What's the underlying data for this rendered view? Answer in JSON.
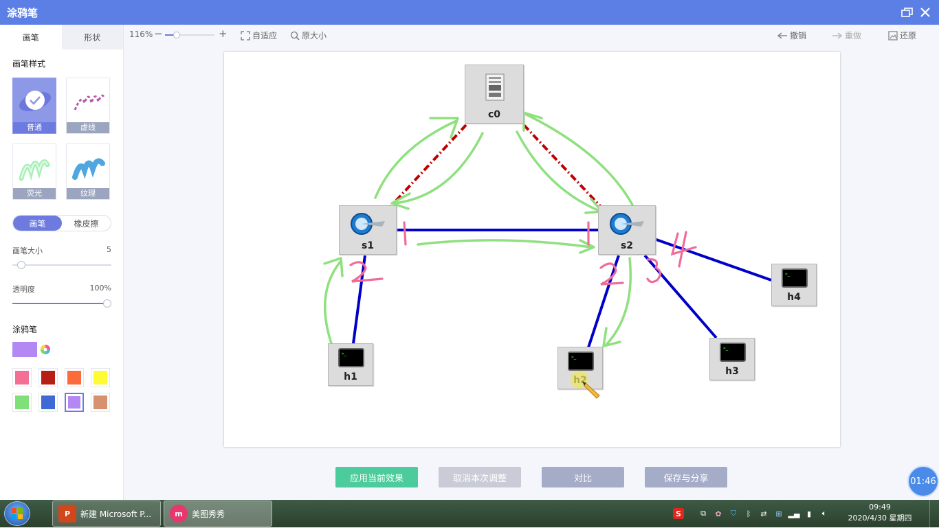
{
  "window": {
    "title": "涂鸦笔"
  },
  "sidebar": {
    "tabs": [
      {
        "label": "画笔",
        "active": true
      },
      {
        "label": "形状",
        "active": false
      }
    ],
    "brush_style_label": "画笔样式",
    "brushes": [
      {
        "label": "普通",
        "active": true
      },
      {
        "label": "虚线",
        "active": false
      },
      {
        "label": "荧光",
        "active": false
      },
      {
        "label": "纹理",
        "active": false
      }
    ],
    "mode": {
      "brush": "画笔",
      "eraser": "橡皮擦",
      "active": "brush"
    },
    "brush_size": {
      "label": "画笔大小",
      "value": "5",
      "fraction": 0.05
    },
    "opacity": {
      "label": "透明度",
      "value": "100%",
      "fraction": 1.0
    },
    "pen_label": "涂鸦笔",
    "current_color": "#b388f5",
    "palette": [
      "#f37094",
      "#b71f14",
      "#fb6b3c",
      "#fdfb33",
      "#7fe07a",
      "#3f69d5",
      "#b388f5",
      "#d89170"
    ],
    "palette_selected": 6
  },
  "toolbar": {
    "zoom": "116%",
    "zoom_fraction": 0.2,
    "fit": "自适应",
    "original_size": "原大小",
    "undo": "撤销",
    "redo": "重做",
    "restore": "还原"
  },
  "topology": {
    "nodes": [
      {
        "id": "c0",
        "type": "controller"
      },
      {
        "id": "s1",
        "type": "switch"
      },
      {
        "id": "s2",
        "type": "switch"
      },
      {
        "id": "h1",
        "type": "host"
      },
      {
        "id": "h2",
        "type": "host"
      },
      {
        "id": "h3",
        "type": "host"
      },
      {
        "id": "h4",
        "type": "host"
      }
    ],
    "annotations": [
      "1",
      "1",
      "2",
      "2",
      "3",
      "4"
    ],
    "colors": {
      "data_link": "#0000c8",
      "control_link": "#c00000",
      "arrow_ink": "#8fe07e",
      "number_ink": "#f06b9a"
    }
  },
  "actions": {
    "apply": "应用当前效果",
    "cancel": "取消本次调整",
    "compare": "对比",
    "save_share": "保存与分享"
  },
  "timer": "01:46",
  "taskbar": {
    "apps": [
      {
        "label": "新建 Microsoft P...",
        "icon": "powerpoint-icon"
      },
      {
        "label": "美图秀秀",
        "icon": "meitu-icon"
      }
    ],
    "time": "09:49",
    "date": "2020/4/30 星期四"
  }
}
